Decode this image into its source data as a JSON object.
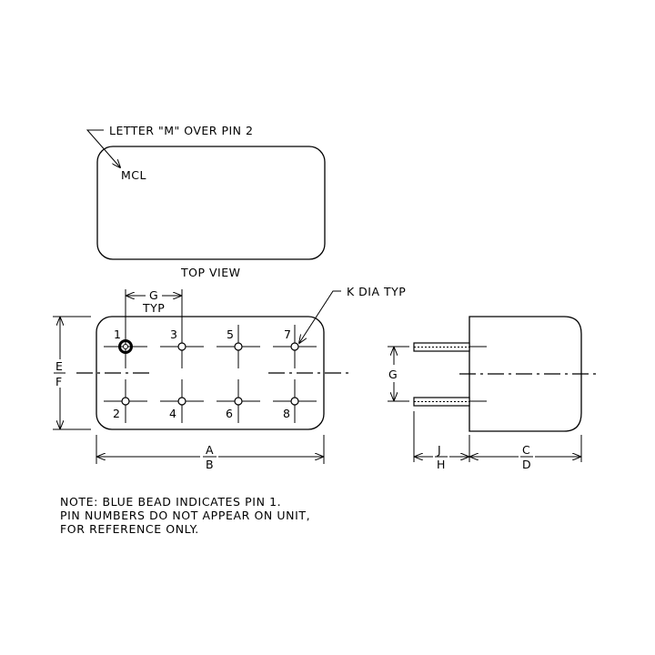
{
  "top_view": {
    "callout": "LETTER \"M\" OVER PIN 2",
    "marking": "MCL",
    "caption": "TOP VIEW"
  },
  "bottom_view": {
    "g_label": "G",
    "typ_label": "TYP",
    "k_callout": "K DIA TYP",
    "dim_a": "A",
    "dim_b": "B",
    "dim_e": "E",
    "dim_f": "F",
    "pins_top": [
      "1",
      "3",
      "5",
      "7"
    ],
    "pins_bottom": [
      "2",
      "4",
      "6",
      "8"
    ]
  },
  "side_view": {
    "g_label": "G",
    "dim_j": "J",
    "dim_h": "H",
    "dim_c": "C",
    "dim_d": "D"
  },
  "note": {
    "line1": "NOTE: BLUE BEAD INDICATES PIN 1.",
    "line2": "PIN NUMBERS DO NOT APPEAR ON UNIT,",
    "line3": "FOR REFERENCE ONLY."
  }
}
